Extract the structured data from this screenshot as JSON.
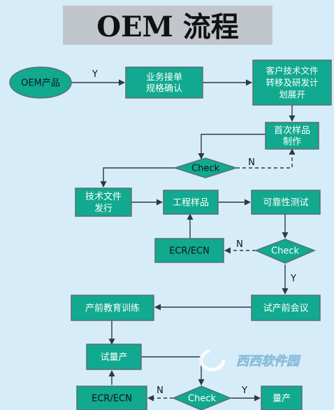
{
  "title": "OEM 流程",
  "nodes": {
    "oem_product": "OEM产品",
    "business_spec": "业务接单\n规格确认",
    "customer_docs": "客户技术文件\n转移及研发计\n划展开",
    "first_sample": "首次样品\n制作",
    "check_1": "Check",
    "tech_doc_release": "技术文件\n发行",
    "eng_sample": "工程样品",
    "reliability_test": "可靠性测试",
    "ecr_ecn_1": "ECR/ECN",
    "check_2": "Check",
    "pre_production_meeting": "试产前会议",
    "pre_production_training": "产前教育训练",
    "trial_production": "试量产",
    "ecr_ecn_2": "ECR/ECN",
    "check_3": "Check",
    "mass_production": "量产"
  },
  "edge_labels": {
    "y_oem": "Y",
    "n_check1": "N",
    "n_check2": "N",
    "y_check2": "Y",
    "n_check3": "N",
    "y_check3": "Y"
  },
  "watermark": "西西软件园",
  "colors": {
    "background": "#d6ecf8",
    "node_fill": "#11a98f",
    "node_stroke": "#5a6e78",
    "arrow": "#2e3a40",
    "title_band": "#c0c6cc"
  }
}
